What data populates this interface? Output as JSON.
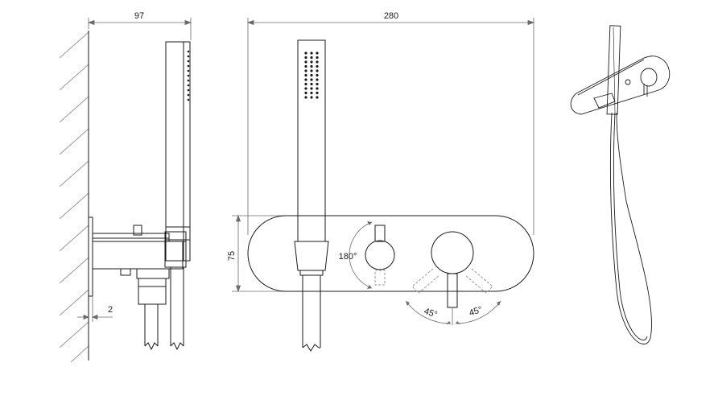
{
  "drawing": {
    "dimensions": {
      "side_depth": "97",
      "front_width": "280",
      "front_height": "75",
      "wall_gap": "2",
      "diverter_rotation": "180°",
      "mixer_angle_left": "45°",
      "mixer_angle_right": "45°"
    },
    "colors": {
      "line": "#1a1a1a",
      "dim_line": "#6a6a6a",
      "hatch": "#9a9a9a"
    }
  }
}
